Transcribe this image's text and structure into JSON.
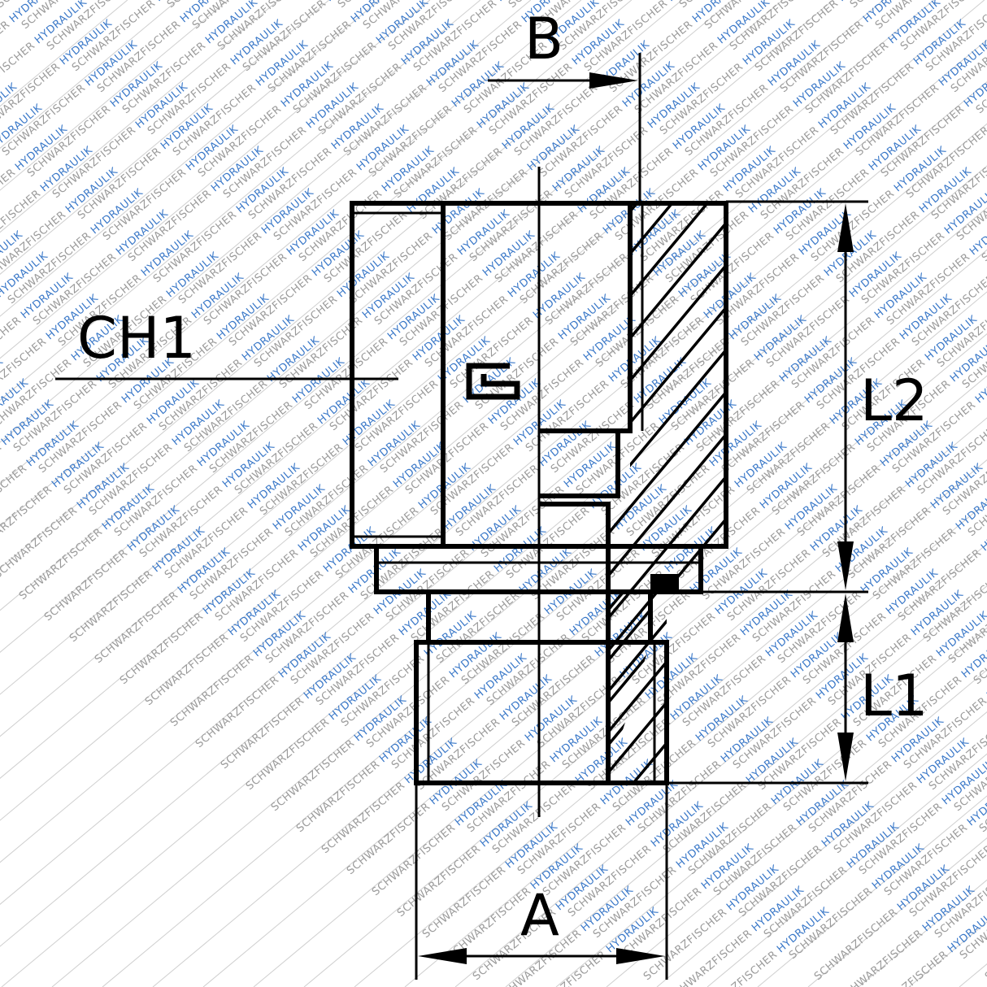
{
  "watermark": {
    "text": "SCHWARZFISCHER HYDRAULIK",
    "word1": "SCHWARZFISCHER",
    "word2": "HYDRAULIK",
    "color1": "#9a9a9a",
    "color2": "#3a78c8",
    "stripe_color": "#cfcfcf"
  },
  "dimensions": {
    "a": "A",
    "b": "B",
    "ch1": "CH1",
    "l1": "L1",
    "l2": "L2"
  },
  "symbol": {
    "name": "seal-symbol"
  }
}
